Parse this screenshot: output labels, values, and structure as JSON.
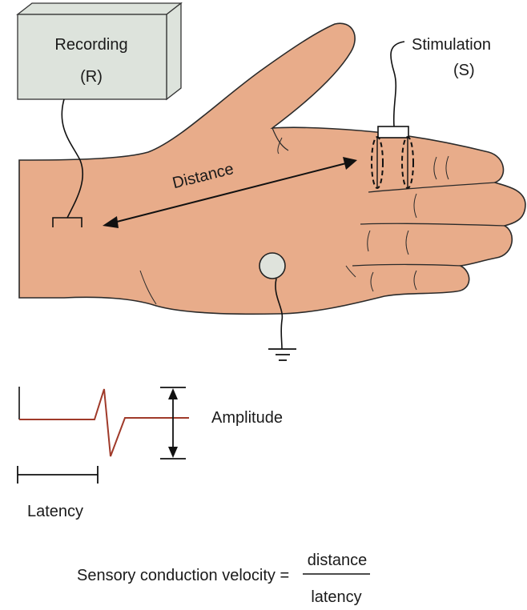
{
  "labels": {
    "recording": "Recording",
    "recording_abbr": "(R)",
    "stimulation": "Stimulation",
    "stimulation_abbr": "(S)",
    "distance": "Distance",
    "amplitude": "Amplitude",
    "latency": "Latency"
  },
  "formula": {
    "lhs": "Sensory conduction velocity =",
    "numerator": "distance",
    "denominator": "latency"
  },
  "colors": {
    "skin": "#e8ac8a",
    "skin_outline": "#2a2a2a",
    "recorder_box": "#dde3dc",
    "ground_electrode": "#dfe3dc",
    "waveform": "#a03a2a",
    "line": "#111111"
  }
}
